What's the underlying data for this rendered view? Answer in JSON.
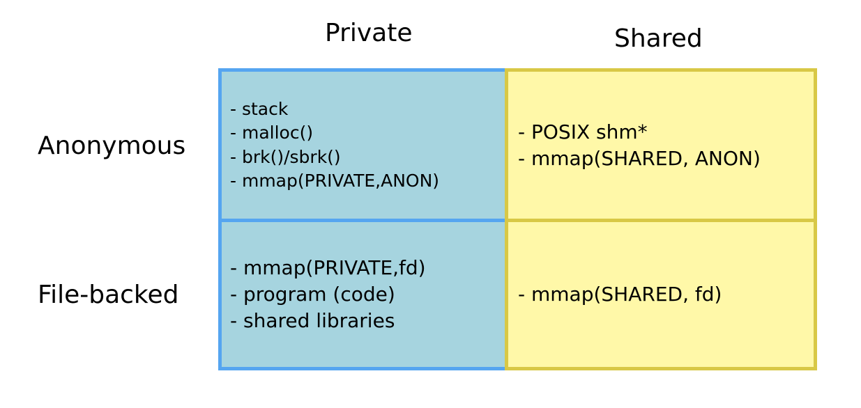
{
  "columns": {
    "private": "Private",
    "shared": "Shared"
  },
  "rows": {
    "anonymous": "Anonymous",
    "file_backed": "File-backed"
  },
  "cells": {
    "anonymous_private": [
      "- stack",
      "- malloc()",
      "- brk()/sbrk()",
      "- mmap(PRIVATE,ANON)"
    ],
    "anonymous_shared": [
      "- POSIX shm*",
      "- mmap(SHARED, ANON)"
    ],
    "file_backed_private": [
      "- mmap(PRIVATE,fd)",
      "- program (code)",
      "- shared libraries"
    ],
    "file_backed_shared": [
      "- mmap(SHARED, fd)"
    ]
  },
  "colors": {
    "private_fill": "#a6d4df",
    "private_border": "#55a5f0",
    "shared_fill": "#fff8a8",
    "shared_border": "#d8c846"
  }
}
